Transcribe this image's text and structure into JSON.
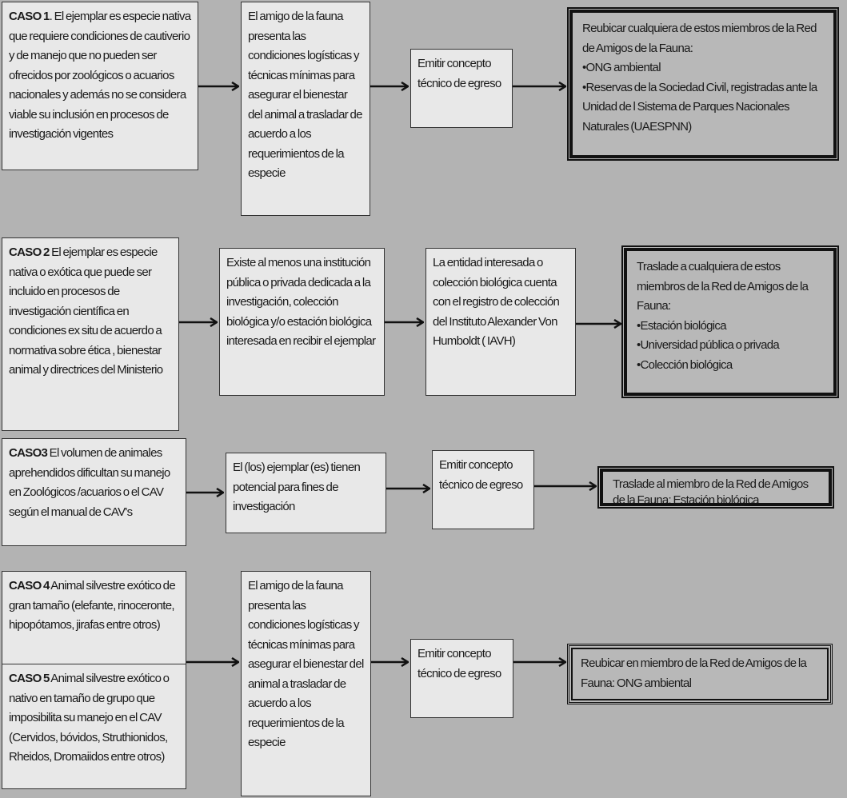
{
  "row1": {
    "case_label": "CASO 1",
    "case_text": ". El ejemplar es especie nativa que requiere condiciones de cautiverio y de manejo que no pueden ser ofrecidos por zoológicos o acuarios nacionales  y además no se considera viable su inclusión en procesos de investigación vigentes",
    "condition": "El amigo de la fauna presenta las condiciones logísticas y técnicas mínimas para asegurar el bienestar del animal a trasladar de acuerdo a los requerimientos de la especie",
    "step": "Emitir concepto técnico de egreso",
    "result_intro": "Reubicar  cualquiera de estos miembros de la Red de Amigos de la Fauna:",
    "result_items": [
      "•ONG ambiental",
      "•Reservas de la Sociedad Civil, registradas ante la Unidad de l Sistema de Parques Nacionales Naturales (UAESPNN)"
    ]
  },
  "row2": {
    "case_label": "CASO 2",
    "case_text": " El ejemplar  es especie nativa o exótica que puede ser incluido en procesos de investigación científica en condiciones ex situ de acuerdo a normativa sobre ética , bienestar animal y directrices del Ministerio",
    "condition": "Existe al menos una institución pública o privada dedicada a la investigación, colección biológica  y/o estación biológica interesada en recibir el ejemplar",
    "step": "La entidad interesada o colección biológica cuenta con el  registro de colección del Instituto Alexander Von Humboldt ( IAVH)",
    "result_intro": "Traslade  a cualquiera de estos miembros de la Red de Amigos de la Fauna:",
    "result_items": [
      "•Estación biológica",
      "•Universidad pública  o  privada",
      "•Colección biológica"
    ]
  },
  "row3": {
    "case_label": "CASO3",
    "case_text": "  El volumen de animales aprehendidos dificultan su manejo en Zoológicos /acuarios o el CAV según el manual de CAV's",
    "condition": "El (los) ejemplar (es) tienen potencial para fines de investigación",
    "step": "Emitir concepto técnico de egreso",
    "result_intro": "Traslade  al miembro de la Red de Amigos de la Fauna:  Estación biológica"
  },
  "row4": {
    "case4_label": "CASO 4",
    "case4_text": " Animal silvestre exótico de gran tamaño (elefante, rinoceronte, hipopótamos, jirafas entre otros)",
    "case5_label": "CASO 5",
    "case5_text": " Animal silvestre exótico o nativo  en tamaño de grupo que imposibilita su manejo en el CAV (Cervidos, bóvidos,  Struthionidos, Rheidos, Dromaiidos entre otros)",
    "condition": "El amigo de la fauna presenta las condiciones logísticas y técnicas mínimas para asegurar el bienestar del animal a trasladar de acuerdo a los requerimientos de la especie",
    "step": "Emitir concepto técnico de egreso",
    "result_intro": "Reubicar en miembro de la Red de Amigos de la Fauna: ONG ambiental"
  }
}
